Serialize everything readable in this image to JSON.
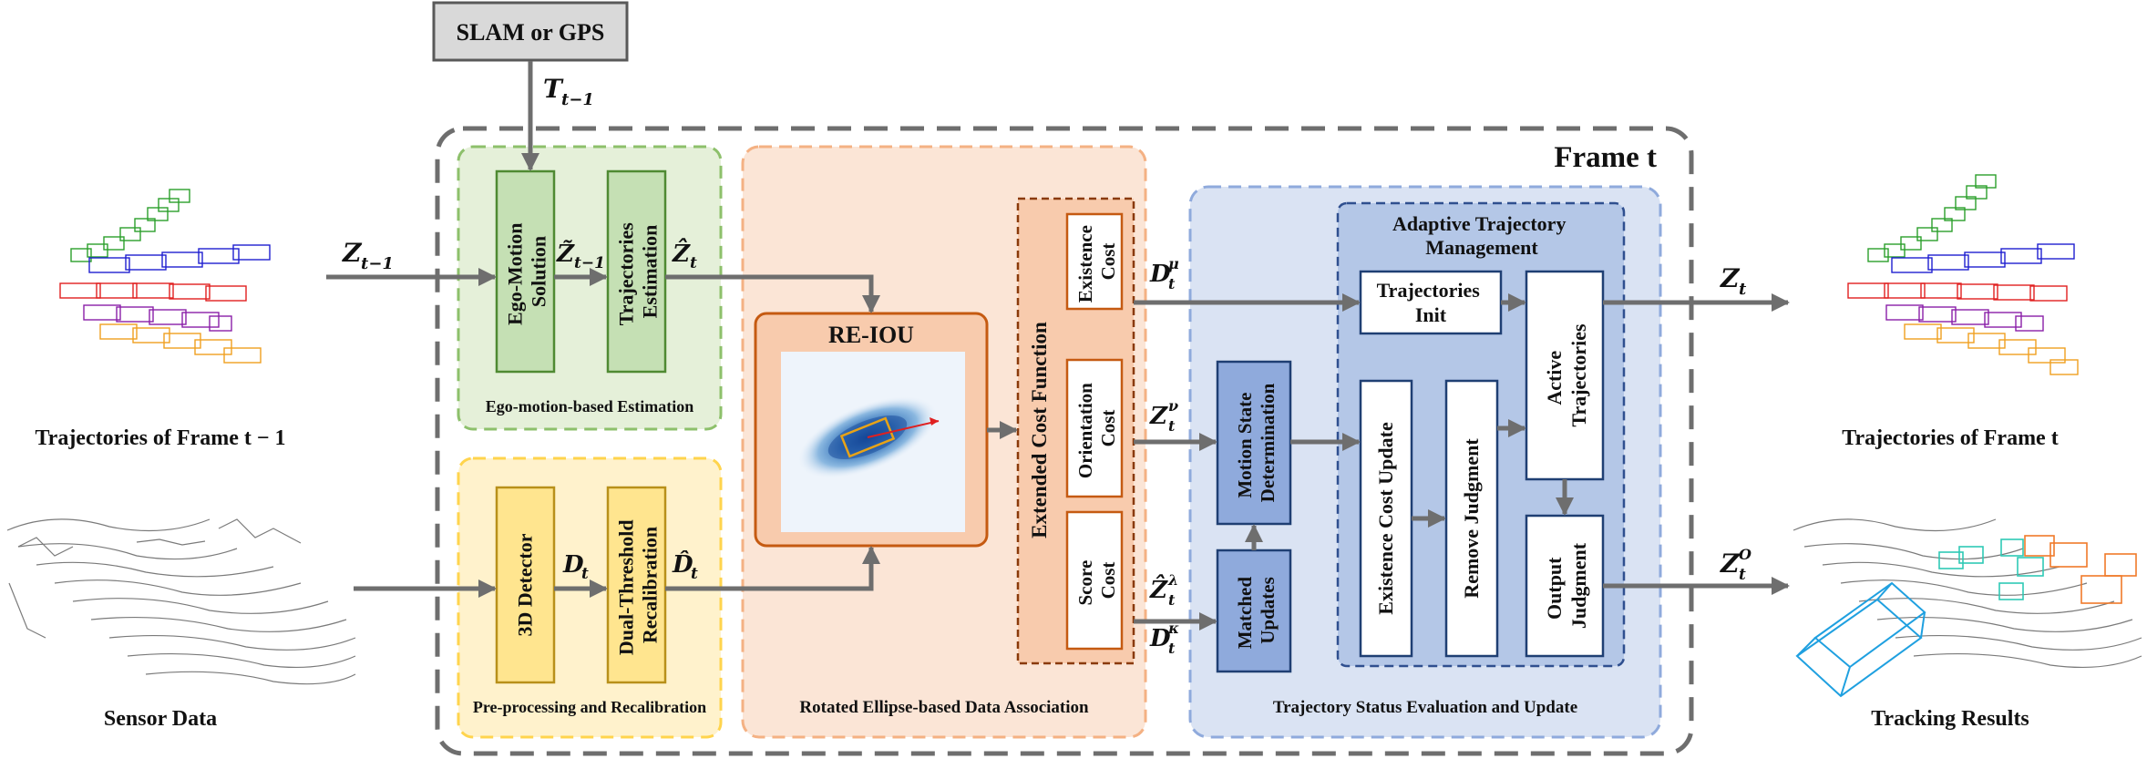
{
  "slam_label": "SLAM or GPS",
  "frame_label": "Frame  t",
  "left_column": {
    "top_caption": "Trajectories of Frame t − 1",
    "bottom_caption": "Sensor Data"
  },
  "right_column": {
    "top_caption": "Trajectories of Frame t",
    "bottom_caption": "Tracking Results"
  },
  "ego_panel": {
    "caption": "Ego-motion-based Estimation",
    "box1": [
      "Ego-Motion",
      "Solution"
    ],
    "box2": [
      "Trajectories",
      "Estimation"
    ]
  },
  "pre_panel": {
    "caption": "Pre-processing and Recalibration",
    "box1": [
      "3D Detector"
    ],
    "box2": [
      "Dual-Threshold",
      "Recalibration"
    ]
  },
  "assoc_panel": {
    "caption": "Rotated Ellipse-based Data Association",
    "reiou_title": "RE-IOU",
    "ecf_title": "Extended Cost Function",
    "cost_boxes": [
      [
        "Existence",
        "Cost"
      ],
      [
        "Orientation",
        "Cost"
      ],
      [
        "Score",
        "Cost"
      ]
    ]
  },
  "status_panel": {
    "caption": "Trajectory Status Evaluation and Update",
    "atm_title": [
      "Adaptive Trajectory",
      "Management"
    ],
    "motion_state": [
      "Motion State",
      "Determination"
    ],
    "matched_updates": [
      "Matched",
      "Updates"
    ],
    "traj_init": [
      "Trajectories",
      "Init"
    ],
    "active_traj": [
      "Active",
      "Trajectories"
    ],
    "existence_cost_update": [
      "Existence Cost Update"
    ],
    "remove_judgment": [
      "Remove Judgment"
    ],
    "output_judgment": [
      "Output",
      "Judgment"
    ]
  },
  "symbols": {
    "T": {
      "base": "T",
      "sub": "t−1"
    },
    "Z_prev": {
      "base": "Z",
      "sub": "t−1"
    },
    "Z_tilde": {
      "base": "Z̃",
      "sub": "t−1"
    },
    "Z_hat": {
      "base": "Ẑ",
      "sub": "t"
    },
    "D": {
      "base": "D",
      "sub": "t"
    },
    "D_hat": {
      "base": "D̂",
      "sub": "t"
    },
    "D_mu": {
      "base": "D",
      "sub": "t",
      "sup": "μ"
    },
    "Z_nu": {
      "base": "Z",
      "sub": "t",
      "sup": "ν"
    },
    "Z_lambda": {
      "base": "Ẑ",
      "sub": "t",
      "sup": "λ"
    },
    "D_kappa": {
      "base": "D",
      "sub": "t",
      "sup": "κ"
    },
    "Z_t": {
      "base": "Z",
      "sub": "t"
    },
    "Z_o": {
      "base": "Z",
      "sub": "t",
      "sup": "O"
    }
  },
  "colors": {
    "arrow": "#6e6e6e",
    "ego_fill": "#e5f0d9",
    "ego_border": "#8dc06b",
    "ego_box": "#c5e0b4",
    "ego_box_border": "#4f8a32",
    "pre_fill": "#fff2cc",
    "pre_border": "#ffd44d",
    "pre_box": "#ffe58f",
    "pre_box_border": "#b8901a",
    "assoc_fill": "#fbe5d6",
    "assoc_border": "#f4b183",
    "reiou_fill": "#f8cbad",
    "reiou_border": "#c55a11",
    "status_fill": "#dae3f3",
    "status_border": "#8faadc",
    "atm_fill": "#b4c7e7",
    "atm_border": "#2f4f8f",
    "status_box_fill": "#8faadc",
    "status_box_border": "#1f3f73",
    "slam_fill": "#d9d9d9",
    "slam_border": "#595959"
  }
}
